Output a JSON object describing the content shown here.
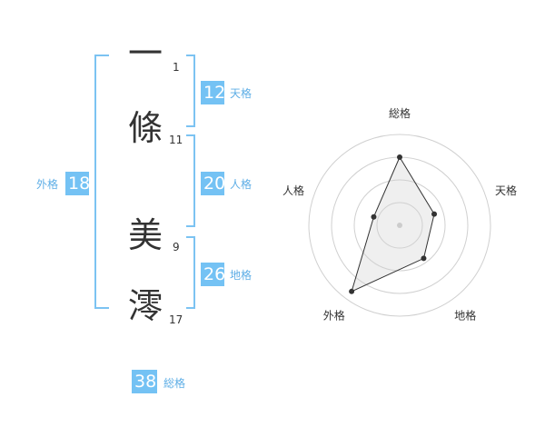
{
  "name": {
    "chars": [
      {
        "char": "一",
        "strokes": "1"
      },
      {
        "char": "條",
        "strokes": "11"
      },
      {
        "char": "美",
        "strokes": "9"
      },
      {
        "char": "澪",
        "strokes": "17"
      }
    ]
  },
  "scores": {
    "tenkaku": {
      "value": "12",
      "label": "天格"
    },
    "jinkaku": {
      "value": "20",
      "label": "人格"
    },
    "chikaku": {
      "value": "26",
      "label": "地格"
    },
    "gaikaku": {
      "value": "18",
      "label": "外格"
    },
    "soukaku": {
      "value": "38",
      "label": "総格"
    }
  },
  "chart_data": {
    "type": "radar",
    "axes": [
      "総格",
      "天格",
      "地格",
      "外格",
      "人格"
    ],
    "values": [
      0.75,
      0.4,
      0.45,
      0.9,
      0.3
    ],
    "rings": 4
  }
}
